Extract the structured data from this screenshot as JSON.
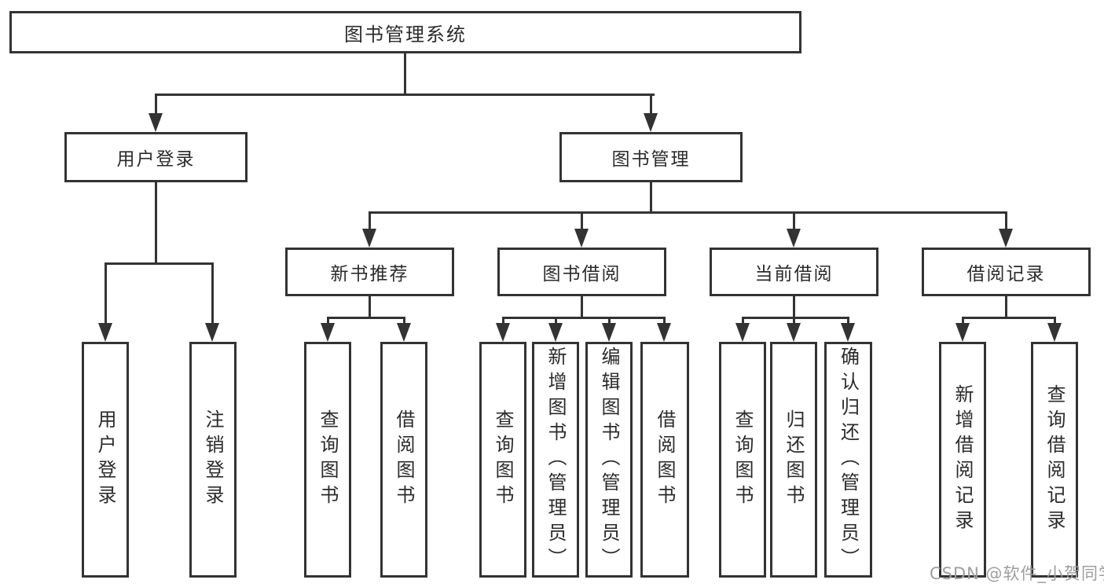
{
  "tree": {
    "label": "图书管理系统",
    "children": [
      {
        "label": "用户登录",
        "children": [
          {
            "label": "用户登录"
          },
          {
            "label": "注销登录"
          }
        ]
      },
      {
        "label": "图书管理",
        "children": [
          {
            "label": "新书推荐",
            "children": [
              {
                "label": "查询图书"
              },
              {
                "label": "借阅图书"
              }
            ]
          },
          {
            "label": "图书借阅",
            "children": [
              {
                "label": "查询图书"
              },
              {
                "label": "新增图书（管理员）"
              },
              {
                "label": "编辑图书（管理员）"
              },
              {
                "label": "借阅图书"
              }
            ]
          },
          {
            "label": "当前借阅",
            "children": [
              {
                "label": "查询图书"
              },
              {
                "label": "归还图书"
              },
              {
                "label": "确认归还（管理员）"
              }
            ]
          },
          {
            "label": "借阅记录",
            "children": [
              {
                "label": "新增借阅记录"
              },
              {
                "label": "查询借阅记录"
              }
            ]
          }
        ]
      }
    ]
  },
  "watermark": {
    "text": "CSDN @软件_小贺同学"
  },
  "colors": {
    "line": "#333333",
    "text": "#2b2b2b",
    "watermark": "#9e9e9e",
    "background": "#ffffff"
  }
}
